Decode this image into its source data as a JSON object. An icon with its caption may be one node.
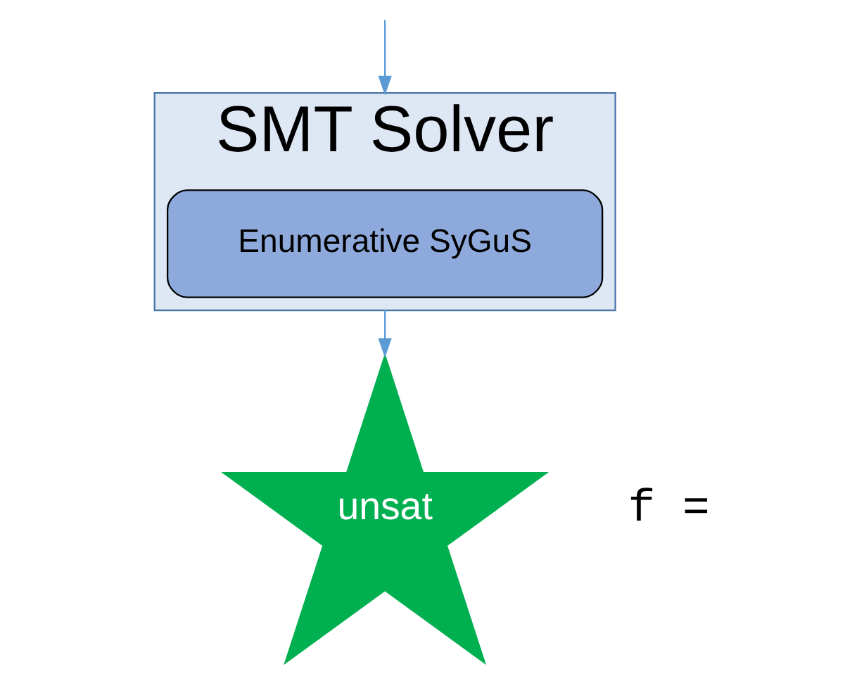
{
  "diagram": {
    "nodes": [
      {
        "text": [
          "SMT Solver"
        ]
      },
      {
        "text": [
          "Enumerative SyGuS"
        ],
        "in": 0
      },
      {
        "text": [
          "unsat"
        ]
      }
    ],
    "edges": [
      {
        "from": null,
        "to": 0,
        "arrow": "to"
      },
      {
        "from": 0,
        "to": 2,
        "arrow": "to"
      }
    ],
    "labels": [
      "f ="
    ]
  }
}
